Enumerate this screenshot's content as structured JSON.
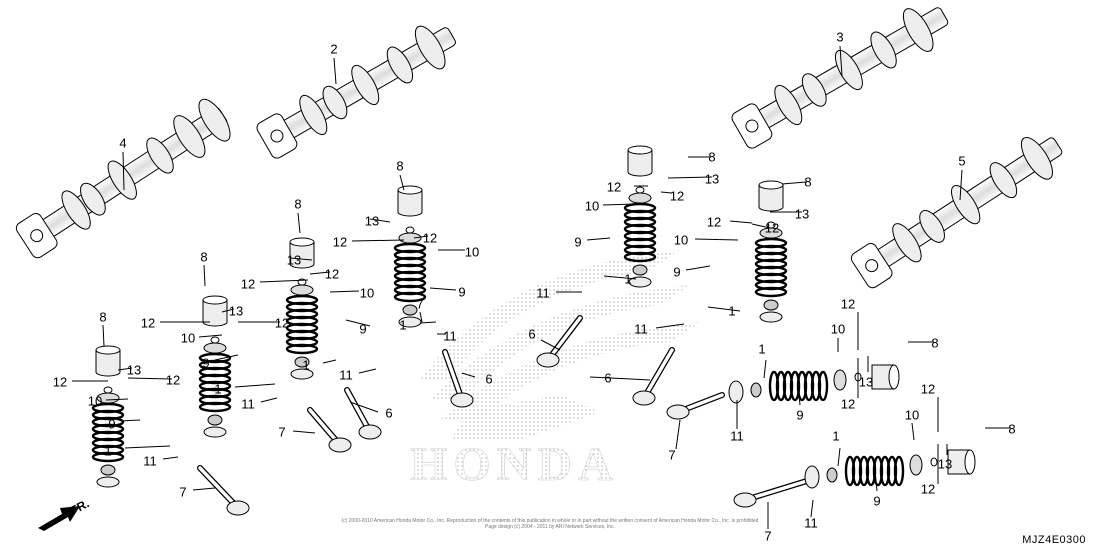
{
  "watermark": {
    "text": "HONDA"
  },
  "direction": {
    "label": "FR."
  },
  "diagram_code": "MJZ4E0300",
  "copyright": {
    "line1": "(c) 2000-2010 American Honda Motor Co., Inc. Reproduction of the contents of this publication in whole or in part without the written consent of American Honda Motor Co., Inc. is prohibited",
    "line2": "Page design (c) 2004 - 2011 by ARI Network Services, Inc."
  },
  "callouts": [
    {
      "t": "1"
    },
    {
      "t": "1"
    },
    {
      "t": "1"
    },
    {
      "t": "1"
    },
    {
      "t": "1"
    },
    {
      "t": "1"
    },
    {
      "t": "1"
    },
    {
      "t": "1"
    },
    {
      "t": "2"
    },
    {
      "t": "3"
    },
    {
      "t": "4"
    },
    {
      "t": "5"
    },
    {
      "t": "6"
    },
    {
      "t": "6"
    },
    {
      "t": "6"
    },
    {
      "t": "6"
    },
    {
      "t": "7"
    },
    {
      "t": "7"
    },
    {
      "t": "7"
    },
    {
      "t": "7"
    },
    {
      "t": "7"
    },
    {
      "t": "8"
    },
    {
      "t": "8"
    },
    {
      "t": "8"
    },
    {
      "t": "8"
    },
    {
      "t": "8"
    },
    {
      "t": "8"
    },
    {
      "t": "8"
    },
    {
      "t": "8"
    },
    {
      "t": "9"
    },
    {
      "t": "9"
    },
    {
      "t": "9"
    },
    {
      "t": "9"
    },
    {
      "t": "9"
    },
    {
      "t": "9"
    },
    {
      "t": "9"
    },
    {
      "t": "9"
    },
    {
      "t": "10"
    },
    {
      "t": "10"
    },
    {
      "t": "10"
    },
    {
      "t": "10"
    },
    {
      "t": "10"
    },
    {
      "t": "10"
    },
    {
      "t": "10"
    },
    {
      "t": "10"
    },
    {
      "t": "11"
    },
    {
      "t": "11"
    },
    {
      "t": "11"
    },
    {
      "t": "11"
    },
    {
      "t": "11"
    },
    {
      "t": "11"
    },
    {
      "t": "11"
    },
    {
      "t": "11"
    },
    {
      "t": "12"
    },
    {
      "t": "12"
    },
    {
      "t": "12"
    },
    {
      "t": "12"
    },
    {
      "t": "12"
    },
    {
      "t": "12"
    },
    {
      "t": "12"
    },
    {
      "t": "12"
    },
    {
      "t": "12"
    },
    {
      "t": "12"
    },
    {
      "t": "12"
    },
    {
      "t": "12"
    },
    {
      "t": "12"
    },
    {
      "t": "12"
    },
    {
      "t": "12"
    },
    {
      "t": "12"
    },
    {
      "t": "13"
    },
    {
      "t": "13"
    },
    {
      "t": "13"
    },
    {
      "t": "13"
    },
    {
      "t": "13"
    },
    {
      "t": "13"
    },
    {
      "t": "13"
    },
    {
      "t": "13"
    }
  ]
}
